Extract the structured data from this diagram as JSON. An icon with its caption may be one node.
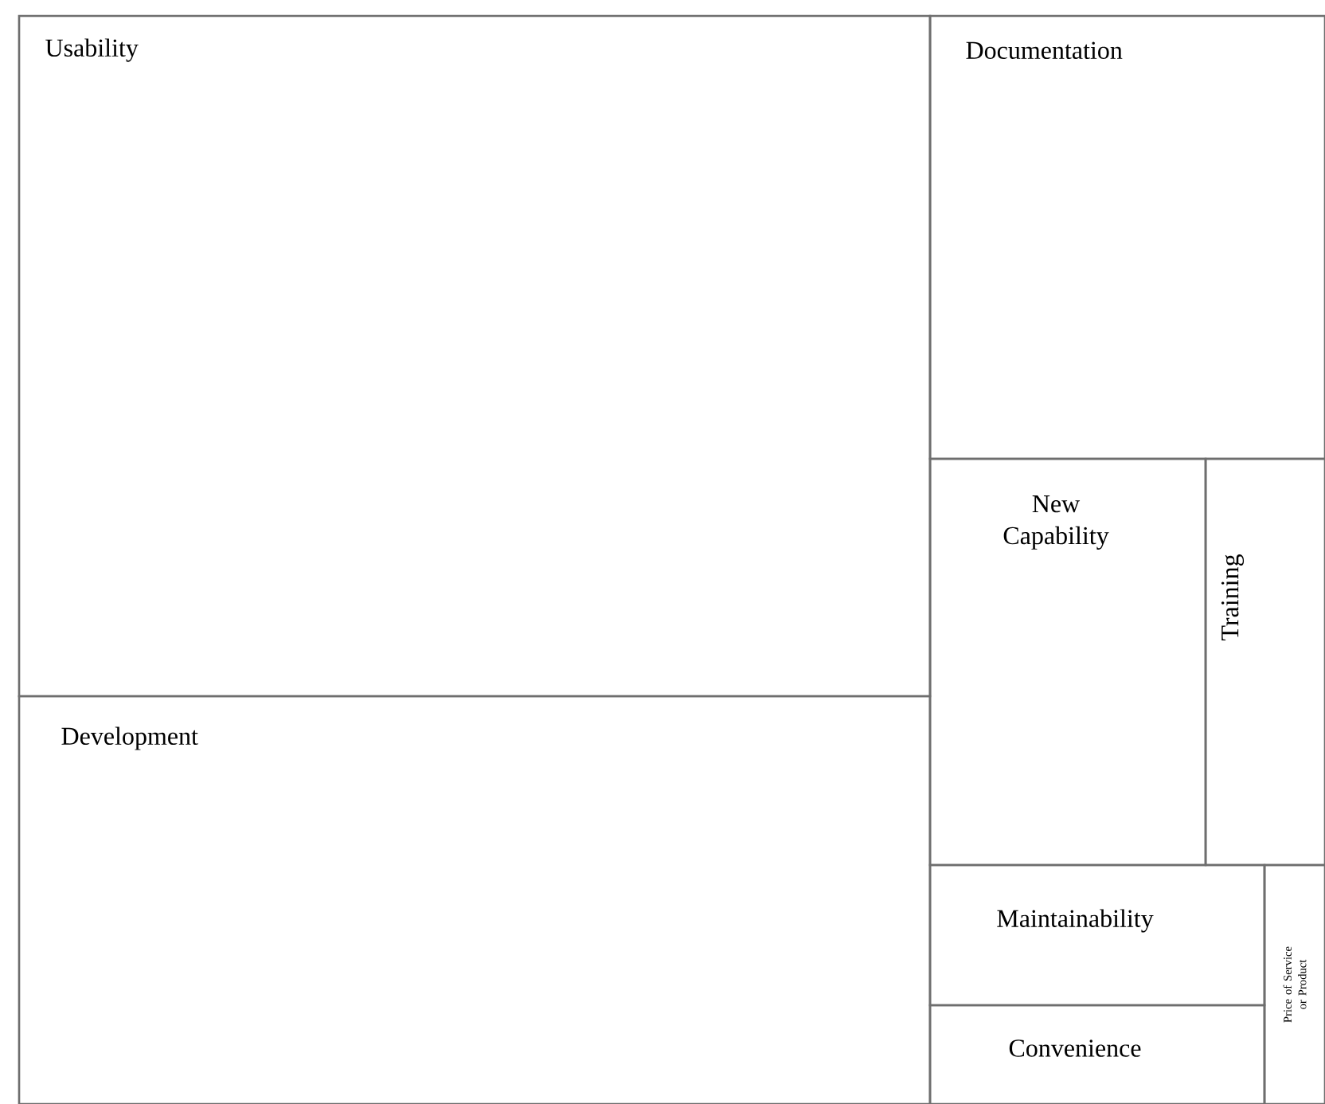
{
  "diagram": {
    "nodes": [
      {
        "text": [
          "Usability"
        ]
      },
      {
        "text": [
          "Development"
        ]
      },
      {
        "text": [
          "Documentation"
        ]
      },
      {
        "text": [
          "New Capability"
        ]
      },
      {
        "text": [
          "Training"
        ]
      },
      {
        "text": [
          "Maintainability"
        ]
      },
      {
        "text": [
          "Convenience"
        ]
      },
      {
        "text": [
          "Price of Service or Product"
        ]
      }
    ]
  }
}
